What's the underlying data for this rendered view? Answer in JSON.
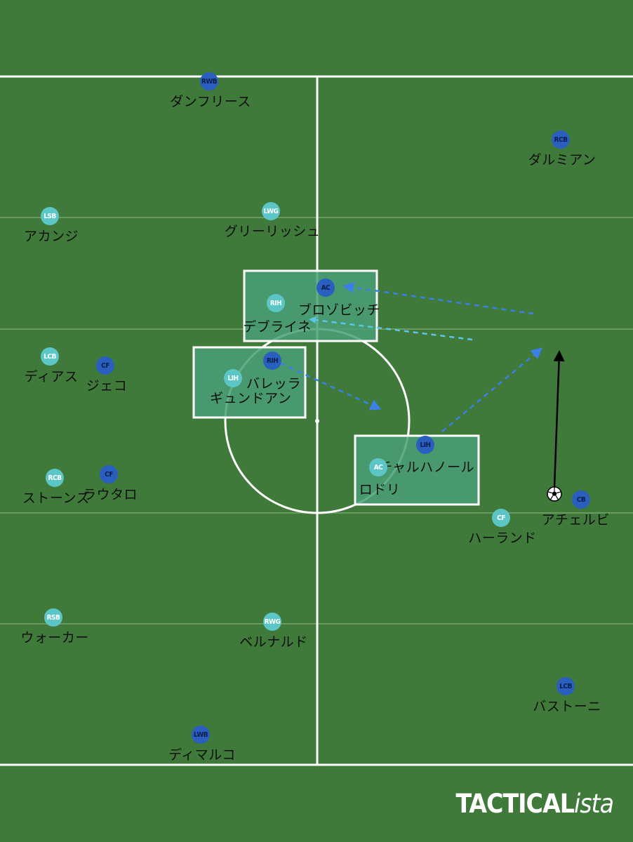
{
  "brand": {
    "logo_main": "TACTICAL",
    "logo_suffix": "ista"
  },
  "colors": {
    "pitch": "#3f7a3a",
    "home": "#5cc6c6",
    "away": "#2a5fc0",
    "zone_fill": "#4aa078",
    "arrow_light": "#5cc6e6",
    "arrow_dark": "#3a80e8",
    "ball_path": "#000000"
  },
  "players": {
    "dumfries": {
      "role": "RWB",
      "name": "ダンフリース"
    },
    "darmian": {
      "role": "RCB",
      "name": "ダルミアン"
    },
    "akanji": {
      "role": "LSB",
      "name": "アカンジ"
    },
    "grealish": {
      "role": "LWG",
      "name": "グリーリッシュ"
    },
    "brozovic": {
      "role": "AC",
      "name": "ブロゾビッチ"
    },
    "debruyne": {
      "role": "RIH",
      "name": "デブライネ"
    },
    "dias": {
      "role": "LCB",
      "name": "ディアス"
    },
    "dzeko": {
      "role": "CF",
      "name": "ジェコ"
    },
    "barella": {
      "role": "RIH",
      "name": "バレッラ"
    },
    "gundogan": {
      "role": "LIH",
      "name": "ギュンドアン"
    },
    "calhanoglu": {
      "role": "LIH",
      "name": "チャルハノール"
    },
    "rodri": {
      "role": "AC",
      "name": "ロドリ"
    },
    "stones": {
      "role": "RCB",
      "name": "ストーンズ"
    },
    "lautaro": {
      "role": "CF",
      "name": "ラウタロ"
    },
    "acerbi": {
      "role": "CB",
      "name": "アチェルビ"
    },
    "haaland": {
      "role": "CF",
      "name": "ハーランド"
    },
    "walker": {
      "role": "RSB",
      "name": "ウォーカー"
    },
    "bernardo": {
      "role": "RWG",
      "name": "ベルナルド"
    },
    "bastoni": {
      "role": "LCB",
      "name": "バストーニ"
    },
    "dimarco": {
      "role": "LWB",
      "name": "ディマルコ"
    }
  }
}
